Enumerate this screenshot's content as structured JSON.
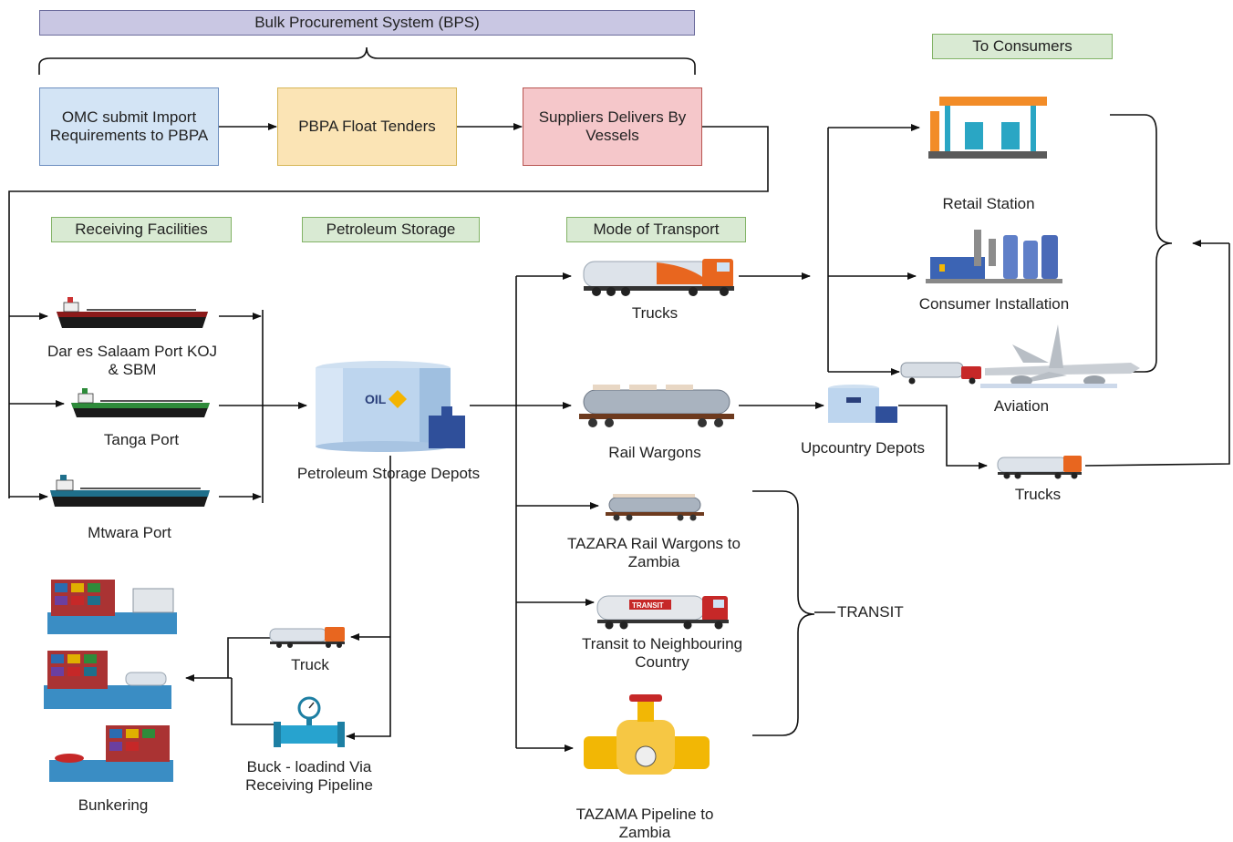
{
  "header": {
    "title": "Bulk Procurement System (BPS)"
  },
  "process": {
    "omc": "OMC submit Import Requirements to PBPA",
    "tenders": "PBPA Float Tenders",
    "suppliers": "Suppliers Delivers By Vessels"
  },
  "sections": {
    "receiving": "Receiving Facilities",
    "storage": "Petroleum Storage",
    "transport": "Mode of Transport",
    "consumers": "To Consumers"
  },
  "ports": {
    "dar": "Dar es Salaam Port KOJ & SBM",
    "tanga": "Tanga Port",
    "mtwara": "Mtwara Port"
  },
  "storage": {
    "depots": "Petroleum Storage Depots",
    "depots_logo": "OIL"
  },
  "transport": {
    "trucks": "Trucks",
    "rail": "Rail Wargons",
    "tazara": "TAZARA Rail Wargons to Zambia",
    "transit_country": "Transit to Neighbouring Country",
    "transit_tanker_text": "TRANSIT",
    "tazama": "TAZAMA Pipeline to Zambia",
    "transit": "TRANSIT"
  },
  "consumers": {
    "retail": "Retail Station",
    "installation": "Consumer Installation",
    "aviation": "Aviation",
    "upcountry": "Upcountry Depots",
    "trucks2": "Trucks"
  },
  "bunkering": {
    "truck": "Truck",
    "pipeline": "Buck - loadind Via Receiving Pipeline",
    "bunkering": "Bunkering"
  }
}
